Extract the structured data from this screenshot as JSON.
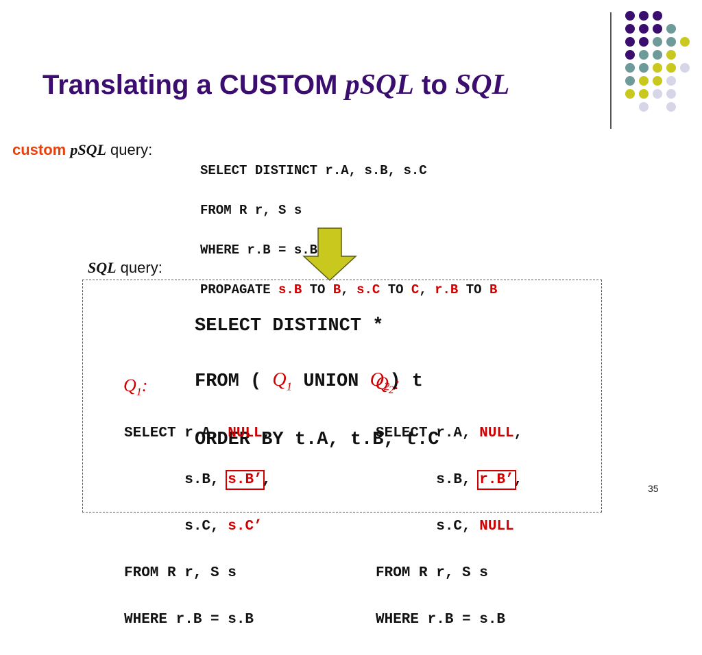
{
  "title": {
    "part1": "Translating a CUSTOM ",
    "part2": "pSQL",
    "part3": " to ",
    "part4": "SQL"
  },
  "custom_label": {
    "word": "custom",
    "psql": "pSQL",
    "rest": " query:"
  },
  "custom_query": {
    "line1": "SELECT DISTINCT r.A, s.B, s.C",
    "line2": "FROM R r, S s",
    "line3": "WHERE r.B = s.B",
    "line4_kw": "PROPAGATE ",
    "line4_a": "s.B",
    "line4_to1": " TO ",
    "line4_b": "B",
    "line4_c1": ", ",
    "line4_c": "s.C",
    "line4_to2": " TO ",
    "line4_d": "C",
    "line4_c2": ", ",
    "line4_e": "r.B",
    "line4_to3": " TO ",
    "line4_f": "B"
  },
  "sql_label": {
    "sql": "SQL",
    "rest": " query:"
  },
  "sql_query": {
    "line1": "SELECT DISTINCT *",
    "line2_a": "FROM ( ",
    "line2_q1": "Q",
    "line2_q1sub": "1",
    "line2_b": " UNION ",
    "line2_q2": "Q",
    "line2_q2sub": "2",
    "line2_c": ") t",
    "line3": "ORDER BY t.A, t.B, t.C"
  },
  "q1": {
    "label": "Q",
    "label_sub": "1",
    "colon": ":",
    "l1a": "SELECT r.A, ",
    "l1b": "NULL",
    "l1c": ",",
    "l2a": "       s.B, ",
    "l2b": "s.B’",
    "l2c": ",",
    "l3a": "       s.C, ",
    "l3b": "s.C’",
    "l4": "FROM R r, S s",
    "l5": "WHERE r.B = s.B"
  },
  "q2": {
    "label": "Q",
    "label_sub": "2",
    "colon": ":",
    "l1a": "SELECT r.A, ",
    "l1b": "NULL",
    "l1c": ",",
    "l2a": "       s.B, ",
    "l2b": "r.B’",
    "l2c": ",",
    "l3a": "       s.C, ",
    "l3b": "NULL",
    "l4": "FROM R r, S s",
    "l5": "WHERE r.B = s.B"
  },
  "page_number": "35",
  "colors": {
    "purple": "#3a0d6e",
    "teal": "#6f9a9a",
    "olive": "#c8c81e",
    "lavender": "#d6d6e8",
    "red": "#d00000",
    "orange": "#e8410c"
  }
}
